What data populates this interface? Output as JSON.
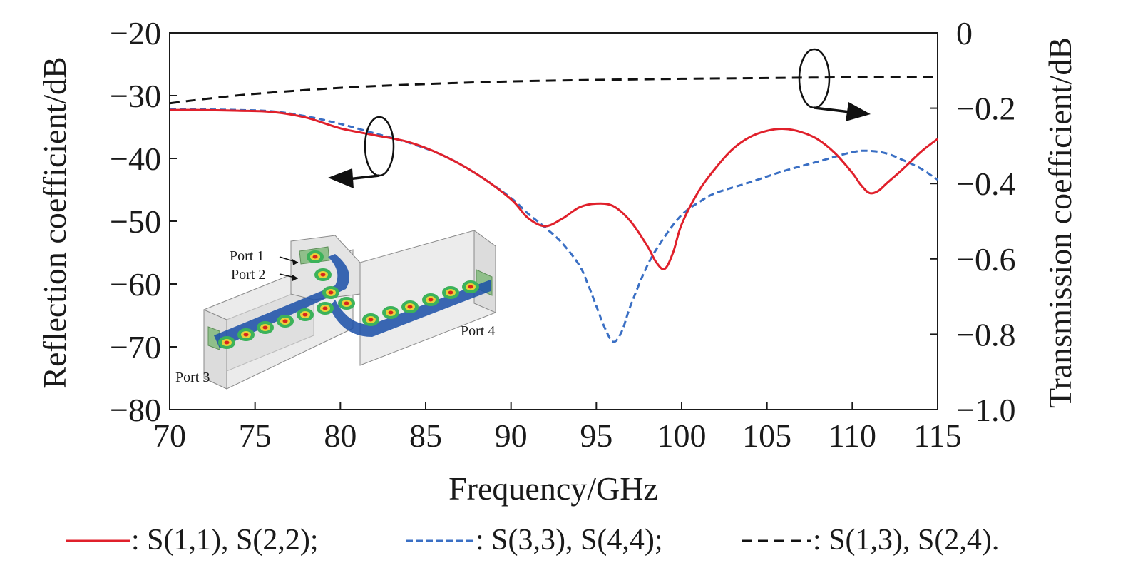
{
  "chart_data": {
    "type": "line",
    "title": "",
    "xlabel": "Frequency/GHz",
    "ylabel_left": "Reflection coefficient/dB",
    "ylabel_right": "Transmission coefficient/dB",
    "xlim": [
      70,
      115
    ],
    "ylim_left": [
      -80,
      -20
    ],
    "ylim_right": [
      -1.0,
      0
    ],
    "x_ticks": [
      70,
      75,
      80,
      85,
      90,
      95,
      100,
      105,
      110,
      115
    ],
    "x_tick_labels": [
      "70",
      "75",
      "80",
      "85",
      "90",
      "95",
      "100",
      "105",
      "110",
      "115"
    ],
    "y_left_ticks": [
      -20,
      -30,
      -40,
      -50,
      -60,
      -70,
      -80
    ],
    "y_left_tick_labels": [
      "−20",
      "−30",
      "−40",
      "−50",
      "−60",
      "−70",
      "−80"
    ],
    "y_right_ticks": [
      0,
      -0.2,
      -0.4,
      -0.6,
      -0.8,
      -1.0
    ],
    "y_right_tick_labels": [
      "0",
      "−0.2",
      "−0.4",
      "−0.6",
      "−0.8",
      "−1.0"
    ],
    "grid": false,
    "legend_position": "bottom",
    "series": [
      {
        "name": ": S(1,1), S(2,2);",
        "axis": "left",
        "color": "#e0202b",
        "dash": "solid",
        "x": [
          70,
          72,
          74,
          76,
          78,
          80,
          82,
          84,
          86,
          88,
          90,
          91,
          92,
          93,
          94,
          95,
          96,
          97,
          98,
          98.5,
          99,
          99.5,
          100,
          101,
          102,
          103,
          104,
          105,
          106,
          107,
          108,
          109,
          110,
          110.5,
          111,
          111.5,
          112,
          113,
          114,
          115
        ],
        "y": [
          -32.3,
          -32.3,
          -32.4,
          -32.6,
          -33.5,
          -35.2,
          -36.3,
          -37.4,
          -39.5,
          -42.5,
          -46.5,
          -49.5,
          -50.8,
          -49.6,
          -47.8,
          -47.2,
          -47.6,
          -50.0,
          -54.0,
          -56.5,
          -57.6,
          -55.0,
          -50.5,
          -45.2,
          -41.5,
          -38.5,
          -36.6,
          -35.6,
          -35.3,
          -35.8,
          -37.0,
          -39.2,
          -42.3,
          -44.2,
          -45.5,
          -45.2,
          -44.0,
          -41.6,
          -39.0,
          -36.9
        ]
      },
      {
        "name": ": S(3,3), S(4,4);",
        "axis": "left",
        "color": "#3a6fc4",
        "dash": "dashed",
        "x": [
          70,
          72,
          74,
          76,
          78,
          80,
          82,
          84,
          86,
          88,
          90,
          91,
          92,
          93,
          94,
          94.5,
          95,
          95.5,
          96,
          96.5,
          97,
          98,
          99,
          100,
          101,
          102,
          104,
          106,
          108,
          110,
          111,
          112,
          113,
          114,
          115
        ],
        "y": [
          -32.2,
          -32.2,
          -32.3,
          -32.5,
          -33.3,
          -34.5,
          -36.0,
          -37.5,
          -39.5,
          -42.5,
          -46.3,
          -48.8,
          -51.0,
          -53.5,
          -57.0,
          -60.0,
          -63.5,
          -67.0,
          -69.2,
          -67.5,
          -63.5,
          -57.0,
          -52.5,
          -49.0,
          -47.0,
          -45.5,
          -43.8,
          -42.0,
          -40.5,
          -39.0,
          -38.8,
          -39.2,
          -40.3,
          -41.6,
          -43.4
        ]
      },
      {
        "name": ": S(1,3), S(2,4).",
        "axis": "right",
        "color": "#111111",
        "dash": "longdash",
        "x": [
          70,
          72,
          75,
          80,
          85,
          90,
          95,
          100,
          105,
          110,
          115
        ],
        "y": [
          -0.187,
          -0.176,
          -0.162,
          -0.146,
          -0.136,
          -0.129,
          -0.125,
          -0.122,
          -0.12,
          -0.118,
          -0.117
        ]
      }
    ],
    "inset_labels": [
      "Port 1",
      "Port 2",
      "Port 3",
      "Port 4"
    ]
  }
}
